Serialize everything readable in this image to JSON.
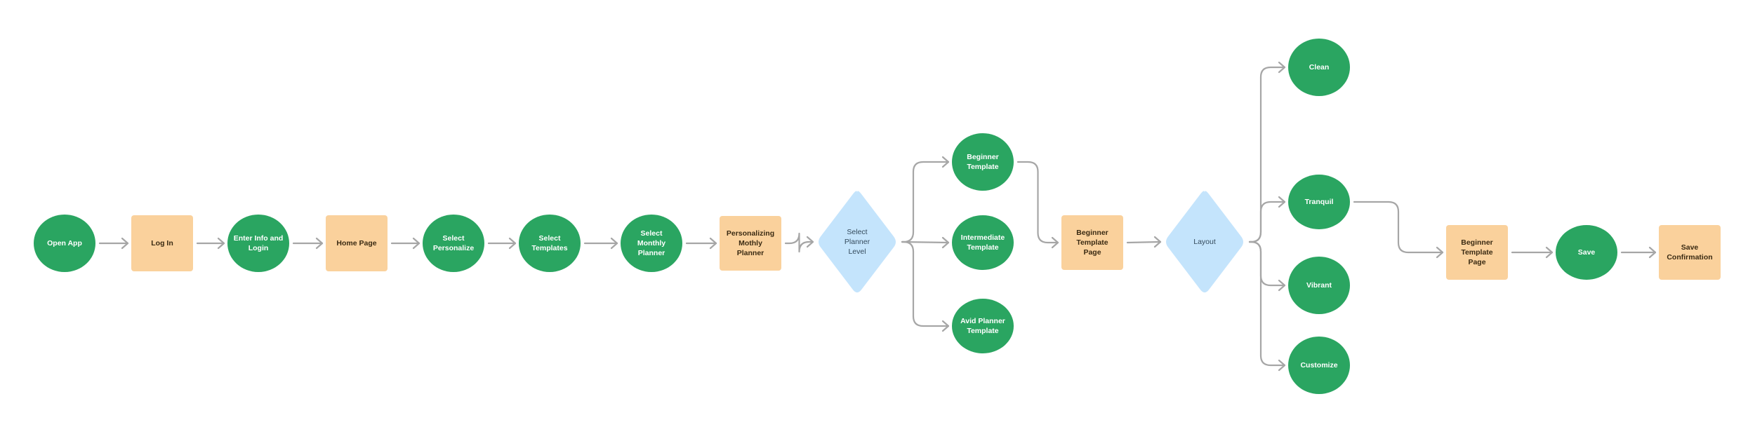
{
  "diagram": {
    "nodes": [
      {
        "id": "open-app",
        "shape": "circle",
        "lines": [
          "Open App"
        ]
      },
      {
        "id": "log-in",
        "shape": "box",
        "lines": [
          "Log In"
        ]
      },
      {
        "id": "enter-info",
        "shape": "circle",
        "lines": [
          "Enter Info and",
          "Login"
        ]
      },
      {
        "id": "home-page",
        "shape": "box",
        "lines": [
          "Home Page"
        ]
      },
      {
        "id": "select-personalize",
        "shape": "circle",
        "lines": [
          "Select",
          "Personalize"
        ]
      },
      {
        "id": "select-templates",
        "shape": "circle",
        "lines": [
          "Select",
          "Templates"
        ]
      },
      {
        "id": "select-monthly-planner",
        "shape": "circle",
        "lines": [
          "Select",
          "Monthly",
          "Planner"
        ]
      },
      {
        "id": "personalizing-planner",
        "shape": "box",
        "lines": [
          "Personalizing",
          "Mothly",
          "Planner"
        ]
      },
      {
        "id": "select-planner-level",
        "shape": "diamond",
        "lines": [
          "Select",
          "Planner",
          "Level"
        ]
      },
      {
        "id": "beginner-template",
        "shape": "circle",
        "lines": [
          "Beginner",
          "Template"
        ]
      },
      {
        "id": "intermediate-template",
        "shape": "circle",
        "lines": [
          "Intermediate",
          "Template"
        ]
      },
      {
        "id": "avid-planner-template",
        "shape": "circle",
        "lines": [
          "Avid Planner",
          "Template"
        ]
      },
      {
        "id": "beginner-template-page-1",
        "shape": "box",
        "lines": [
          "Beginner",
          "Template",
          "Page"
        ]
      },
      {
        "id": "layout",
        "shape": "diamond",
        "lines": [
          "Layout"
        ]
      },
      {
        "id": "clean",
        "shape": "circle",
        "lines": [
          "Clean"
        ]
      },
      {
        "id": "tranquil",
        "shape": "circle",
        "lines": [
          "Tranquil"
        ]
      },
      {
        "id": "vibrant",
        "shape": "circle",
        "lines": [
          "Vibrant"
        ]
      },
      {
        "id": "customize",
        "shape": "circle",
        "lines": [
          "Customize"
        ]
      },
      {
        "id": "beginner-template-page-2",
        "shape": "box",
        "lines": [
          "Beginner",
          "Template",
          "Page"
        ]
      },
      {
        "id": "save",
        "shape": "circle",
        "lines": [
          "Save"
        ]
      },
      {
        "id": "save-confirmation",
        "shape": "box",
        "lines": [
          "Save",
          "Confirmation"
        ]
      }
    ],
    "edges": [
      [
        "open-app",
        "log-in"
      ],
      [
        "log-in",
        "enter-info"
      ],
      [
        "enter-info",
        "home-page"
      ],
      [
        "home-page",
        "select-personalize"
      ],
      [
        "select-personalize",
        "select-templates"
      ],
      [
        "select-templates",
        "select-monthly-planner"
      ],
      [
        "select-monthly-planner",
        "personalizing-planner"
      ],
      [
        "personalizing-planner",
        "select-planner-level"
      ],
      [
        "select-planner-level",
        "beginner-template"
      ],
      [
        "select-planner-level",
        "intermediate-template"
      ],
      [
        "select-planner-level",
        "avid-planner-template"
      ],
      [
        "beginner-template",
        "beginner-template-page-1"
      ],
      [
        "beginner-template-page-1",
        "layout"
      ],
      [
        "layout",
        "clean"
      ],
      [
        "layout",
        "tranquil"
      ],
      [
        "layout",
        "vibrant"
      ],
      [
        "layout",
        "customize"
      ],
      [
        "tranquil",
        "beginner-template-page-2"
      ],
      [
        "beginner-template-page-2",
        "save"
      ],
      [
        "save",
        "save-confirmation"
      ]
    ]
  },
  "colors": {
    "circle_fill": "#2aa561",
    "box_fill": "#fad19c",
    "diamond_fill": "#c4e4fc",
    "connector": "#a6a6a6"
  }
}
